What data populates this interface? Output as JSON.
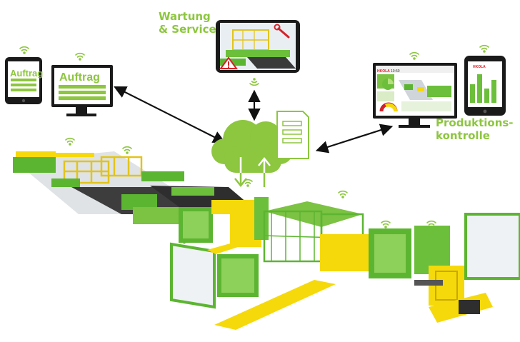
{
  "labels": {
    "wartung_line1": "Wartung",
    "wartung_line2": "& Service",
    "produktion_line1": "Produktions-",
    "produktion_line2": "kontrolle"
  },
  "devices": {
    "tablet_left_text": "Auftrag",
    "monitor_left_text": "Auftrag",
    "monitor_right_brand": "HKOLA",
    "monitor_right_time": "10:50",
    "tablet_right_brand": "HKOLA"
  },
  "colors": {
    "accent_green": "#8dc63f",
    "machine_green": "#5cb531",
    "machine_yellow": "#f5d90a",
    "device_black": "#1a1a1a",
    "warning_red": "#d2232a"
  },
  "icons": [
    "wifi-icon",
    "cloud-icon",
    "document-icon",
    "warning-icon",
    "wrench-icon",
    "arrow-icon"
  ]
}
